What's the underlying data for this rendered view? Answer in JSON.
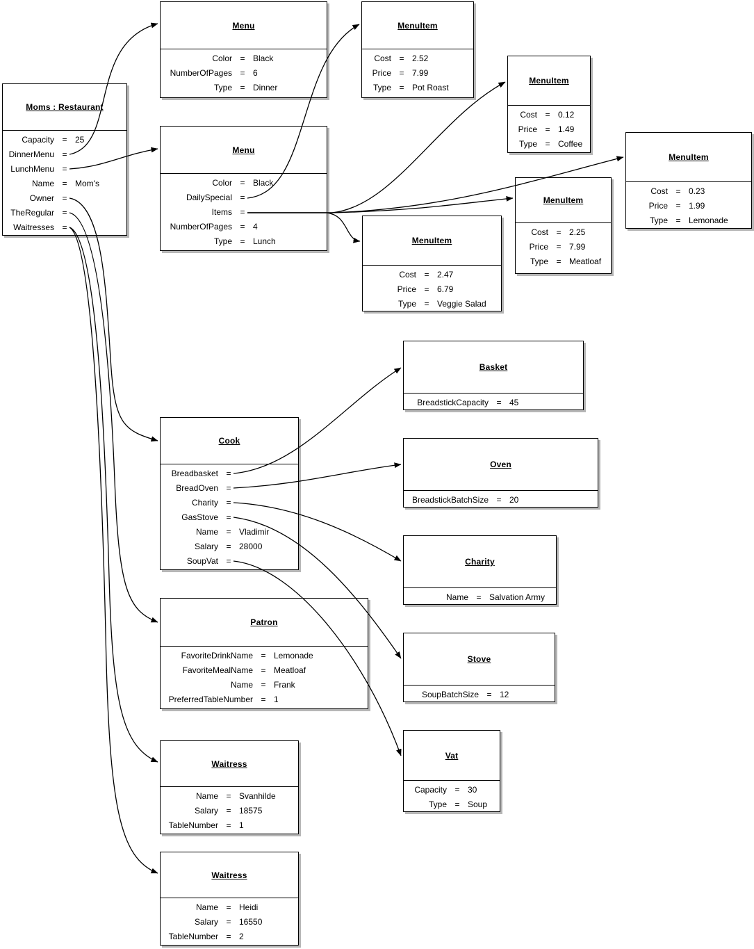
{
  "diagram": {
    "kind": "uml-object-diagram",
    "background_color": "#ffffff",
    "line_color": "#000000",
    "box_fill": "#ffffff",
    "shadow_color": "#b6b6b6",
    "equals_sign": "=",
    "nodes": [
      {
        "id": "moms",
        "title": "Moms : Restaurant",
        "attrs": [
          {
            "name": "Capacity",
            "value": "25"
          },
          {
            "name": "DinnerMenu",
            "ref": true
          },
          {
            "name": "LunchMenu",
            "ref": true
          },
          {
            "name": "Name",
            "value": "Mom's"
          },
          {
            "name": "Owner",
            "ref": true
          },
          {
            "name": "TheRegular",
            "ref": true
          },
          {
            "name": "Waitresses",
            "ref": true
          }
        ]
      },
      {
        "id": "menu-dinner",
        "title": "Menu",
        "attrs": [
          {
            "name": "Color",
            "value": "Black"
          },
          {
            "name": "NumberOfPages",
            "value": "6"
          },
          {
            "name": "Type",
            "value": "Dinner"
          }
        ]
      },
      {
        "id": "mi-potroast",
        "title": "MenuItem",
        "attrs": [
          {
            "name": "Cost",
            "value": "2.52"
          },
          {
            "name": "Price",
            "value": "7.99"
          },
          {
            "name": "Type",
            "value": "Pot Roast"
          }
        ]
      },
      {
        "id": "mi-coffee",
        "title": "MenuItem",
        "attrs": [
          {
            "name": "Cost",
            "value": "0.12"
          },
          {
            "name": "Price",
            "value": "1.49"
          },
          {
            "name": "Type",
            "value": "Coffee"
          }
        ]
      },
      {
        "id": "menu-lunch",
        "title": "Menu",
        "attrs": [
          {
            "name": "Color",
            "value": "Black"
          },
          {
            "name": "DailySpecial",
            "ref": true
          },
          {
            "name": "Items",
            "ref": true
          },
          {
            "name": "NumberOfPages",
            "value": "4"
          },
          {
            "name": "Type",
            "value": "Lunch"
          }
        ]
      },
      {
        "id": "mi-lemonade",
        "title": "MenuItem",
        "attrs": [
          {
            "name": "Cost",
            "value": "0.23"
          },
          {
            "name": "Price",
            "value": "1.99"
          },
          {
            "name": "Type",
            "value": "Lemonade"
          }
        ]
      },
      {
        "id": "mi-meatloaf",
        "title": "MenuItem",
        "attrs": [
          {
            "name": "Cost",
            "value": "2.25"
          },
          {
            "name": "Price",
            "value": "7.99"
          },
          {
            "name": "Type",
            "value": "Meatloaf"
          }
        ]
      },
      {
        "id": "mi-veggie",
        "title": "MenuItem",
        "attrs": [
          {
            "name": "Cost",
            "value": "2.47"
          },
          {
            "name": "Price",
            "value": "6.79"
          },
          {
            "name": "Type",
            "value": "Veggie Salad"
          }
        ]
      },
      {
        "id": "basket",
        "title": "Basket",
        "attrs": [
          {
            "name": "BreadstickCapacity",
            "value": "45"
          }
        ]
      },
      {
        "id": "cook",
        "title": "Cook",
        "attrs": [
          {
            "name": "Breadbasket",
            "ref": true
          },
          {
            "name": "BreadOven",
            "ref": true
          },
          {
            "name": "Charity",
            "ref": true
          },
          {
            "name": "GasStove",
            "ref": true
          },
          {
            "name": "Name",
            "value": "Vladimir"
          },
          {
            "name": "Salary",
            "value": "28000"
          },
          {
            "name": "SoupVat",
            "ref": true
          }
        ]
      },
      {
        "id": "oven",
        "title": "Oven",
        "attrs": [
          {
            "name": "BreadstickBatchSize",
            "value": "20"
          }
        ]
      },
      {
        "id": "charity",
        "title": "Charity",
        "attrs": [
          {
            "name": "Name",
            "value": "Salvation Army"
          }
        ]
      },
      {
        "id": "patron",
        "title": "Patron",
        "attrs": [
          {
            "name": "FavoriteDrinkName",
            "value": "Lemonade"
          },
          {
            "name": "FavoriteMealName",
            "value": "Meatloaf"
          },
          {
            "name": "Name",
            "value": "Frank"
          },
          {
            "name": "PreferredTableNumber",
            "value": "1"
          }
        ]
      },
      {
        "id": "stove",
        "title": "Stove",
        "attrs": [
          {
            "name": "SoupBatchSize",
            "value": "12"
          }
        ]
      },
      {
        "id": "vat",
        "title": "Vat",
        "attrs": [
          {
            "name": "Capacity",
            "value": "30"
          },
          {
            "name": "Type",
            "value": "Soup"
          }
        ]
      },
      {
        "id": "waitress-1",
        "title": "Waitress",
        "attrs": [
          {
            "name": "Name",
            "value": "Svanhilde"
          },
          {
            "name": "Salary",
            "value": "18575"
          },
          {
            "name": "TableNumber",
            "value": "1"
          }
        ]
      },
      {
        "id": "waitress-2",
        "title": "Waitress",
        "attrs": [
          {
            "name": "Name",
            "value": "Heidi"
          },
          {
            "name": "Salary",
            "value": "16550"
          },
          {
            "name": "TableNumber",
            "value": "2"
          }
        ]
      }
    ],
    "edges": [
      {
        "from": "moms",
        "attr": "DinnerMenu",
        "to": "menu-dinner"
      },
      {
        "from": "moms",
        "attr": "LunchMenu",
        "to": "menu-lunch"
      },
      {
        "from": "menu-lunch",
        "attr": "DailySpecial",
        "to": "mi-potroast"
      },
      {
        "from": "menu-lunch",
        "attr": "Items",
        "to": "mi-coffee"
      },
      {
        "from": "menu-lunch",
        "attr": "Items",
        "to": "mi-lemonade"
      },
      {
        "from": "menu-lunch",
        "attr": "Items",
        "to": "mi-meatloaf"
      },
      {
        "from": "menu-lunch",
        "attr": "Items",
        "to": "mi-veggie"
      },
      {
        "from": "moms",
        "attr": "Owner",
        "to": "cook"
      },
      {
        "from": "moms",
        "attr": "TheRegular",
        "to": "patron"
      },
      {
        "from": "moms",
        "attr": "Waitresses",
        "to": "waitress-1"
      },
      {
        "from": "moms",
        "attr": "Waitresses",
        "to": "waitress-2"
      },
      {
        "from": "cook",
        "attr": "Breadbasket",
        "to": "basket"
      },
      {
        "from": "cook",
        "attr": "BreadOven",
        "to": "oven"
      },
      {
        "from": "cook",
        "attr": "Charity",
        "to": "charity"
      },
      {
        "from": "cook",
        "attr": "GasStove",
        "to": "stove"
      },
      {
        "from": "cook",
        "attr": "SoupVat",
        "to": "vat"
      }
    ]
  }
}
